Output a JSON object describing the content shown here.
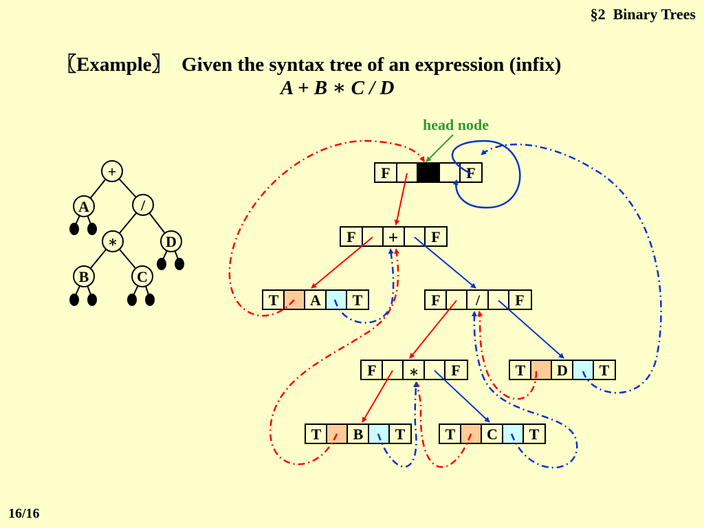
{
  "header": {
    "section": "§2  Binary Trees"
  },
  "slide": {
    "title": "〖Example〗  Given the syntax tree of an expression (infix)",
    "expression": "A + B ∗ C / D",
    "head_label": "head node",
    "page": "16/16"
  },
  "syntax_tree": {
    "nodes": [
      "+",
      "A",
      "/",
      "∗",
      "D",
      "B",
      "C"
    ]
  },
  "threaded_tree": {
    "flag_false": "F",
    "flag_true": "T",
    "nodes": {
      "plus": "+",
      "a": "A",
      "div": "/",
      "mul": "∗",
      "d": "D",
      "b": "B",
      "c": "C"
    }
  },
  "colors": {
    "background": "#FFFFCC",
    "thread_left": "#FF0000",
    "thread_right": "#0033CC",
    "head_label": "#339933",
    "left_thread_field": "#FFCC99",
    "right_thread_field": "#CCFFFF",
    "head_field": "#000000"
  }
}
